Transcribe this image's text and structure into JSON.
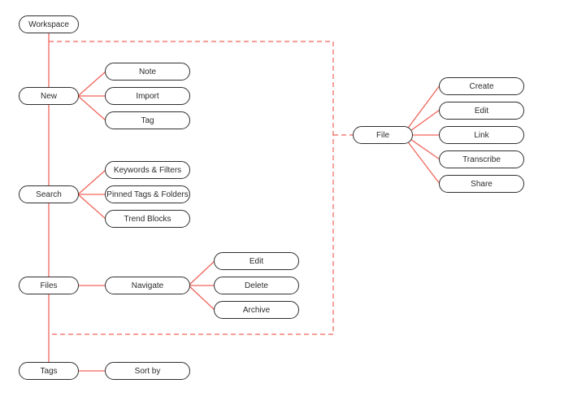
{
  "diagram": {
    "root": "Workspace",
    "line_color": "#f0655b",
    "new": {
      "label": "New",
      "children": [
        "Note",
        "Import",
        "Tag"
      ]
    },
    "search": {
      "label": "Search",
      "children": [
        "Keywords & Filters",
        "Pinned Tags & Folders",
        "Trend Blocks"
      ]
    },
    "files": {
      "label": "Files",
      "navigate": "Navigate",
      "children": [
        "Edit",
        "Delete",
        "Archive"
      ]
    },
    "tags": {
      "label": "Tags",
      "children": [
        "Sort by"
      ]
    },
    "file": {
      "label": "File",
      "children": [
        "Create",
        "Edit",
        "Link",
        "Transcribe",
        "Share"
      ]
    }
  }
}
